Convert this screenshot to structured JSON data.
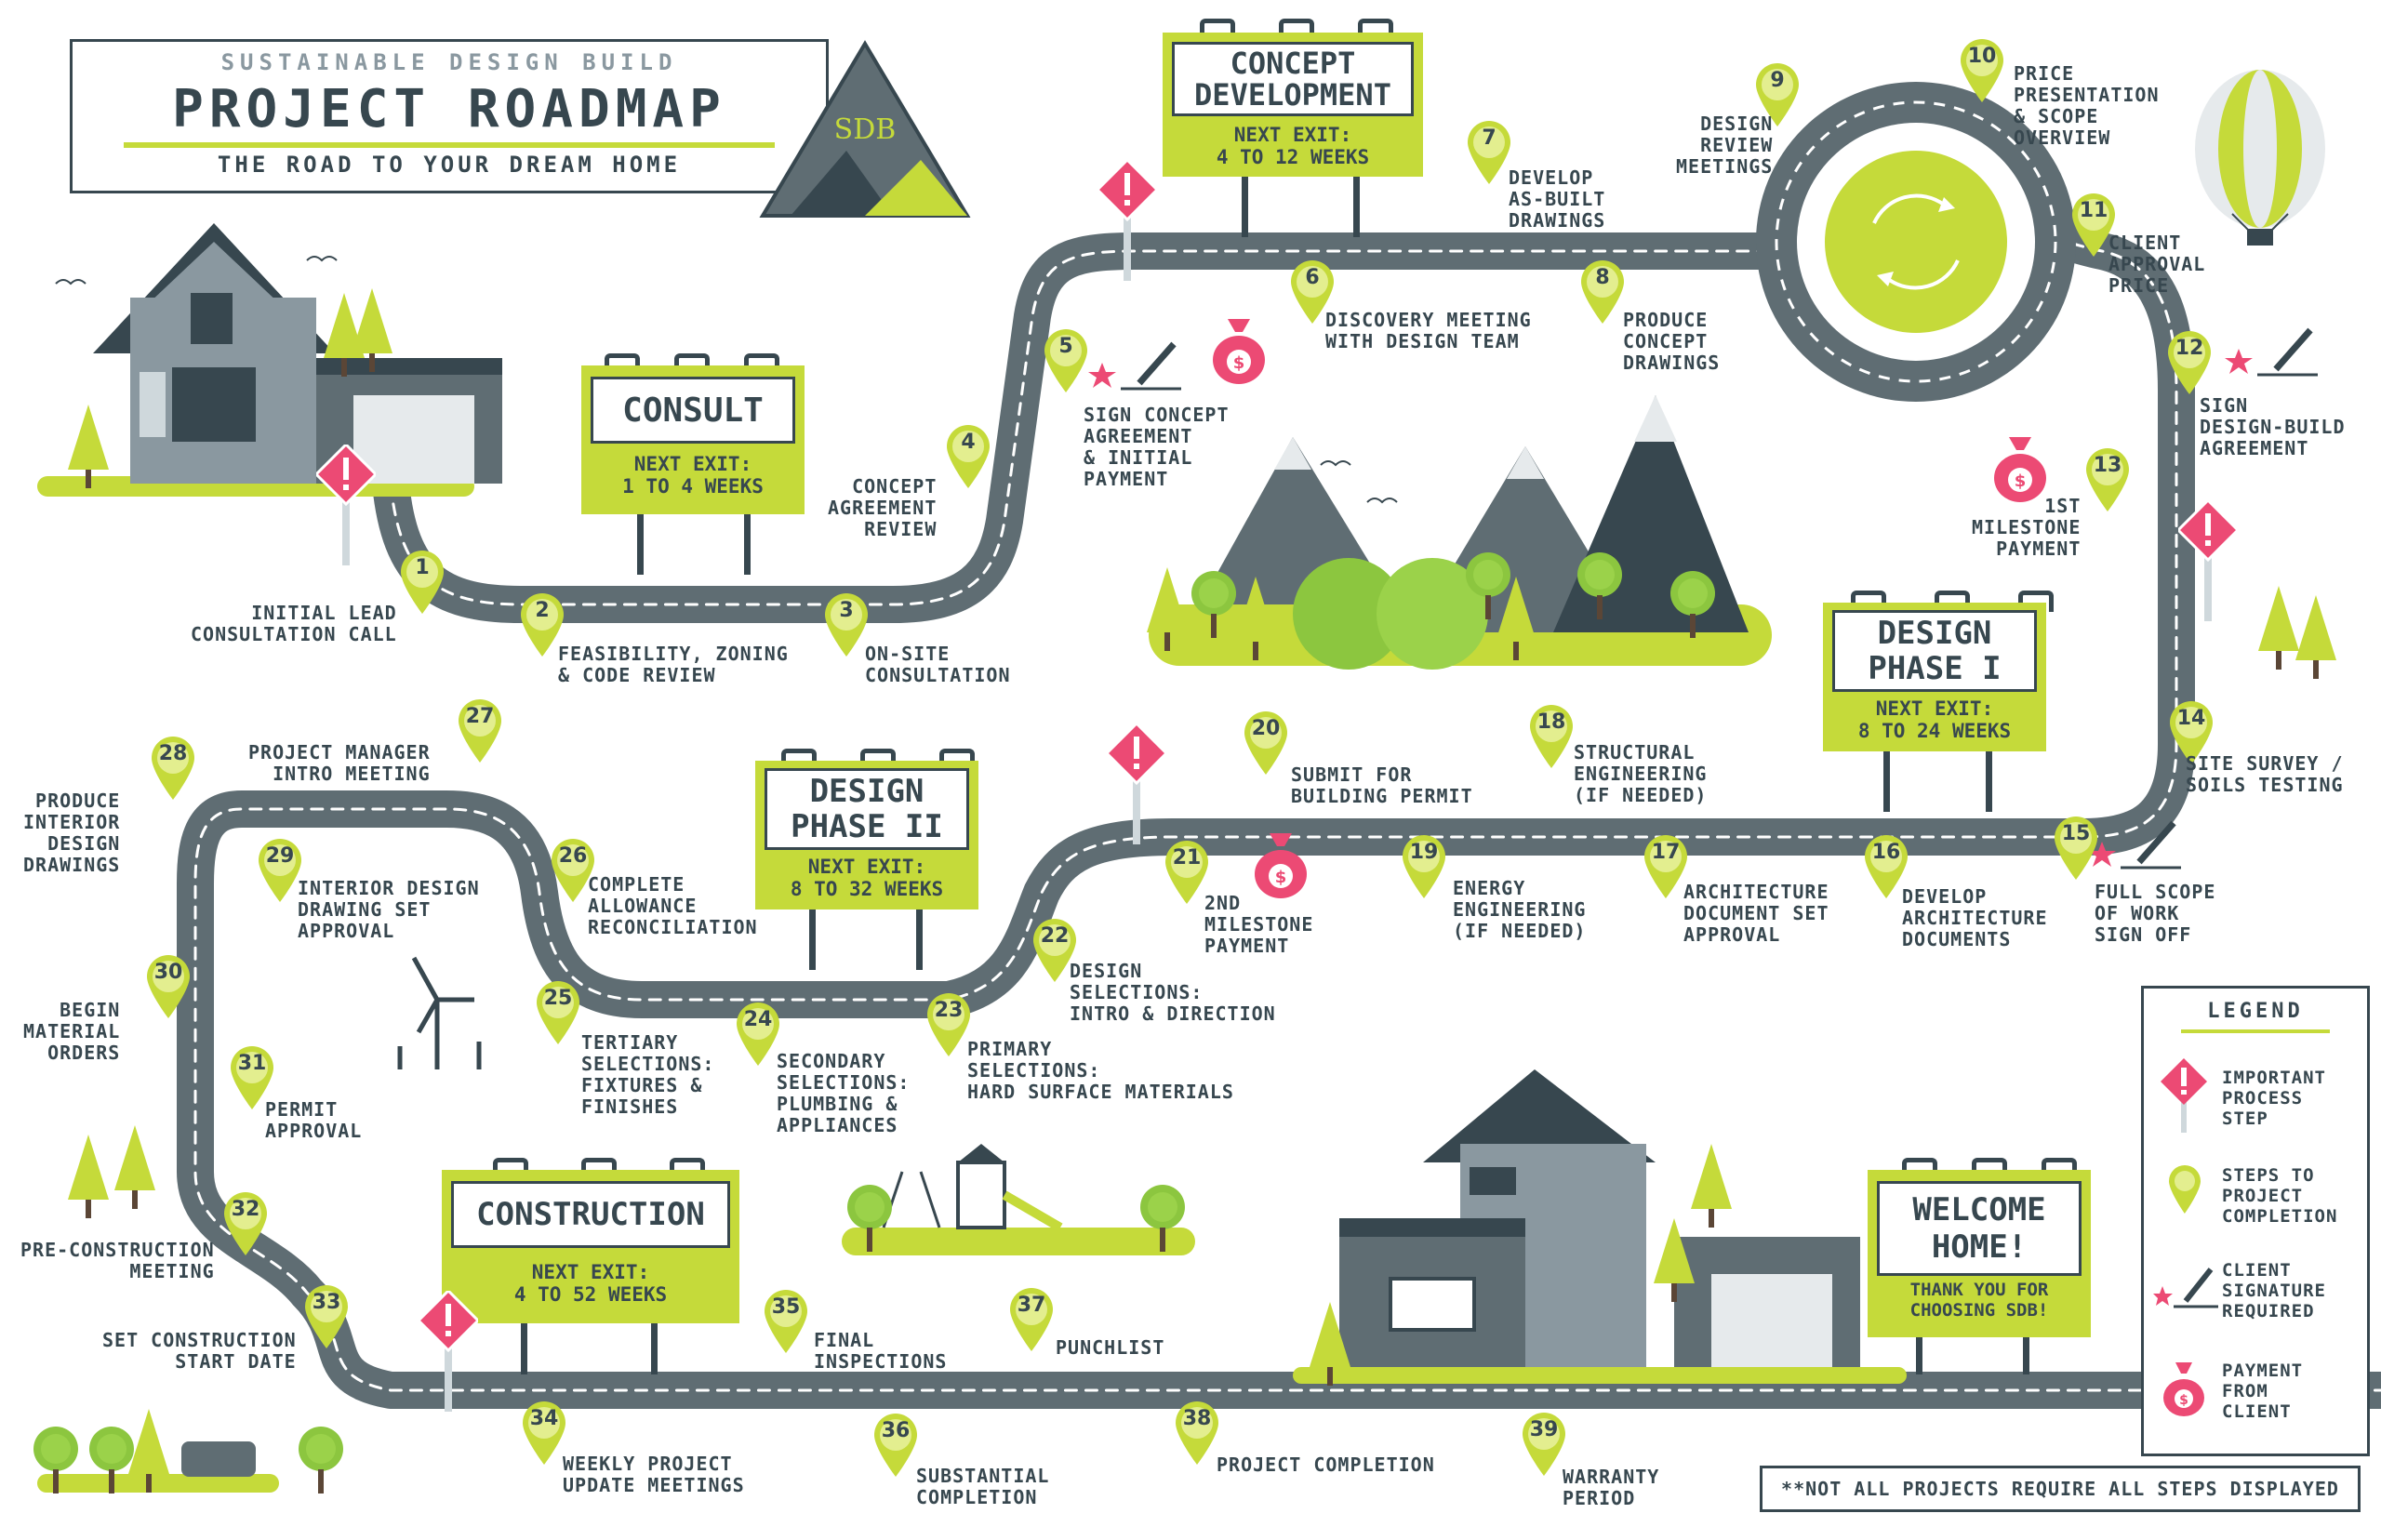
{
  "colors": {
    "road": "#5f6d73",
    "lime": "#c5da3a",
    "dark": "#37474f",
    "pink": "#ec4a74",
    "green": "#8cc63f"
  },
  "header": {
    "subtitle": "SUSTAINABLE DESIGN BUILD",
    "title": "PROJECT ROADMAP",
    "tagline": "THE ROAD TO YOUR DREAM HOME",
    "logo_text": "SDB"
  },
  "billboards": {
    "consult": {
      "title": "CONSULT",
      "exit": "NEXT EXIT:\n1 TO 4 WEEKS"
    },
    "concept": {
      "title": "CONCEPT\nDEVELOPMENT",
      "exit": "NEXT EXIT:\n4 TO 12 WEEKS"
    },
    "design1": {
      "title": "DESIGN\nPHASE I",
      "exit": "NEXT EXIT:\n8 TO 24 WEEKS"
    },
    "design2": {
      "title": "DESIGN\nPHASE II",
      "exit": "NEXT EXIT:\n8 TO 32 WEEKS"
    },
    "construction": {
      "title": "CONSTRUCTION",
      "exit": "NEXT EXIT:\n4 TO 52 WEEKS"
    },
    "welcome": {
      "title": "WELCOME\nHOME!",
      "exit": "THANK YOU FOR\nCHOOSING SDB!"
    }
  },
  "steps": [
    {
      "num": "1",
      "label": "INITIAL LEAD\nCONSULTATION CALL"
    },
    {
      "num": "2",
      "label": "FEASIBILITY, ZONING\n& CODE REVIEW"
    },
    {
      "num": "3",
      "label": "ON-SITE\nCONSULTATION"
    },
    {
      "num": "4",
      "label": "CONCEPT\nAGREEMENT\nREVIEW"
    },
    {
      "num": "5",
      "label": "SIGN CONCEPT\nAGREEMENT\n& INITIAL\nPAYMENT"
    },
    {
      "num": "6",
      "label": "DISCOVERY MEETING\nWITH DESIGN TEAM"
    },
    {
      "num": "7",
      "label": "DEVELOP\nAS-BUILT\nDRAWINGS"
    },
    {
      "num": "8",
      "label": "PRODUCE\nCONCEPT\nDRAWINGS"
    },
    {
      "num": "9",
      "label": "DESIGN\nREVIEW\nMEETINGS"
    },
    {
      "num": "10",
      "label": "PRICE\nPRESENTATION\n& SCOPE\nOVERVIEW"
    },
    {
      "num": "11",
      "label": "CLIENT\nAPPROVAL\nPRICE"
    },
    {
      "num": "12",
      "label": "SIGN\nDESIGN-BUILD\nAGREEMENT"
    },
    {
      "num": "13",
      "label": "1ST\nMILESTONE\nPAYMENT"
    },
    {
      "num": "14",
      "label": "SITE SURVEY /\nSOILS TESTING"
    },
    {
      "num": "15",
      "label": "FULL SCOPE\nOF WORK\nSIGN OFF"
    },
    {
      "num": "16",
      "label": "DEVELOP\nARCHITECTURE\nDOCUMENTS"
    },
    {
      "num": "17",
      "label": "ARCHITECTURE\nDOCUMENT SET\nAPPROVAL"
    },
    {
      "num": "18",
      "label": "STRUCTURAL\nENGINEERING\n(IF NEEDED)"
    },
    {
      "num": "19",
      "label": "ENERGY\nENGINEERING\n(IF NEEDED)"
    },
    {
      "num": "20",
      "label": "SUBMIT FOR\nBUILDING PERMIT"
    },
    {
      "num": "21",
      "label": "2ND\nMILESTONE\nPAYMENT"
    },
    {
      "num": "22",
      "label": "DESIGN\nSELECTIONS:\nINTRO & DIRECTION"
    },
    {
      "num": "23",
      "label": "PRIMARY\nSELECTIONS:\nHARD SURFACE MATERIALS"
    },
    {
      "num": "24",
      "label": "SECONDARY\nSELECTIONS:\nPLUMBING &\nAPPLIANCES"
    },
    {
      "num": "25",
      "label": "TERTIARY\nSELECTIONS:\nFIXTURES &\nFINISHES"
    },
    {
      "num": "26",
      "label": "COMPLETE\nALLOWANCE\nRECONCILIATION"
    },
    {
      "num": "27",
      "label": "PROJECT MANAGER\nINTRO MEETING"
    },
    {
      "num": "28",
      "label": "PRODUCE\nINTERIOR\nDESIGN\nDRAWINGS"
    },
    {
      "num": "29",
      "label": "INTERIOR DESIGN\nDRAWING SET\nAPPROVAL"
    },
    {
      "num": "30",
      "label": "BEGIN\nMATERIAL\nORDERS"
    },
    {
      "num": "31",
      "label": "PERMIT\nAPPROVAL"
    },
    {
      "num": "32",
      "label": "PRE-CONSTRUCTION\nMEETING"
    },
    {
      "num": "33",
      "label": "SET CONSTRUCTION\nSTART DATE"
    },
    {
      "num": "34",
      "label": "WEEKLY PROJECT\nUPDATE MEETINGS"
    },
    {
      "num": "35",
      "label": "FINAL\nINSPECTIONS"
    },
    {
      "num": "36",
      "label": "SUBSTANTIAL\nCOMPLETION"
    },
    {
      "num": "37",
      "label": "PUNCHLIST"
    },
    {
      "num": "38",
      "label": "PROJECT COMPLETION"
    },
    {
      "num": "39",
      "label": "WARRANTY\nPERIOD"
    }
  ],
  "legend": {
    "title": "LEGEND",
    "items": [
      {
        "icon": "warning-sign-icon",
        "label": "IMPORTANT\nPROCESS\nSTEP"
      },
      {
        "icon": "map-pin-icon",
        "label": "STEPS TO\nPROJECT\nCOMPLETION"
      },
      {
        "icon": "pen-signature-icon",
        "label": "CLIENT\nSIGNATURE\nREQUIRED"
      },
      {
        "icon": "money-bag-icon",
        "label": "PAYMENT\nFROM\nCLIENT"
      }
    ]
  },
  "footnote": "**NOT ALL PROJECTS REQUIRE ALL STEPS DISPLAYED"
}
